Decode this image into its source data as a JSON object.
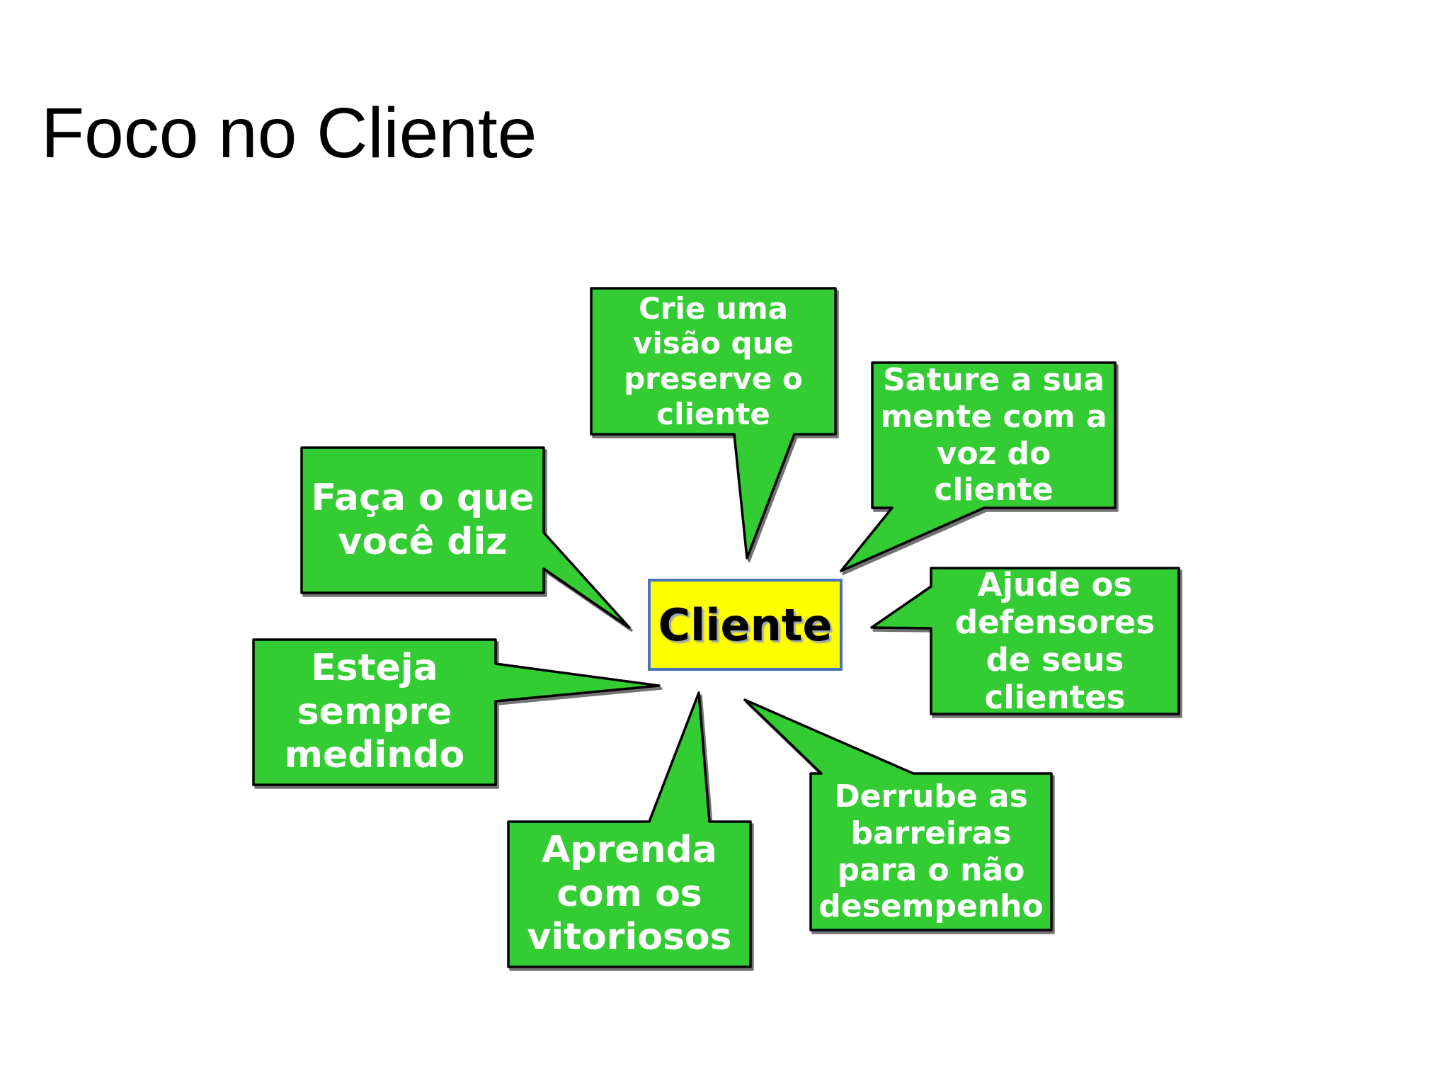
{
  "title": "Foco no Cliente",
  "center": {
    "label": "Cliente"
  },
  "callouts": [
    {
      "id": "crie-visao",
      "text": "Crie uma\nvisão que\npreserve o\ncliente"
    },
    {
      "id": "sature-mente",
      "text": "Sature a sua\nmente com a\nvoz do\ncliente"
    },
    {
      "id": "faca-o-que-diz",
      "text": "Faça o que\nvocê diz"
    },
    {
      "id": "esteja-medindo",
      "text": "Esteja\nsempre\nmedindo"
    },
    {
      "id": "aprenda-vitoriosos",
      "text": "Aprenda\ncom os\nvitoriosos"
    },
    {
      "id": "derrube-barreiras",
      "text": "Derrube as\nbarreiras\npara o não\ndesempenho"
    },
    {
      "id": "ajude-defensores",
      "text": "Ajude os\ndefensores\nde seus\nclientes"
    }
  ],
  "colors": {
    "background": "#ffffff",
    "title_text": "#000000",
    "callout_fill": "#33cc33",
    "callout_outline": "#000000",
    "callout_text": "#ffffff",
    "center_fill": "#ffff00",
    "center_border": "#4a73bf",
    "center_text": "#000000"
  }
}
